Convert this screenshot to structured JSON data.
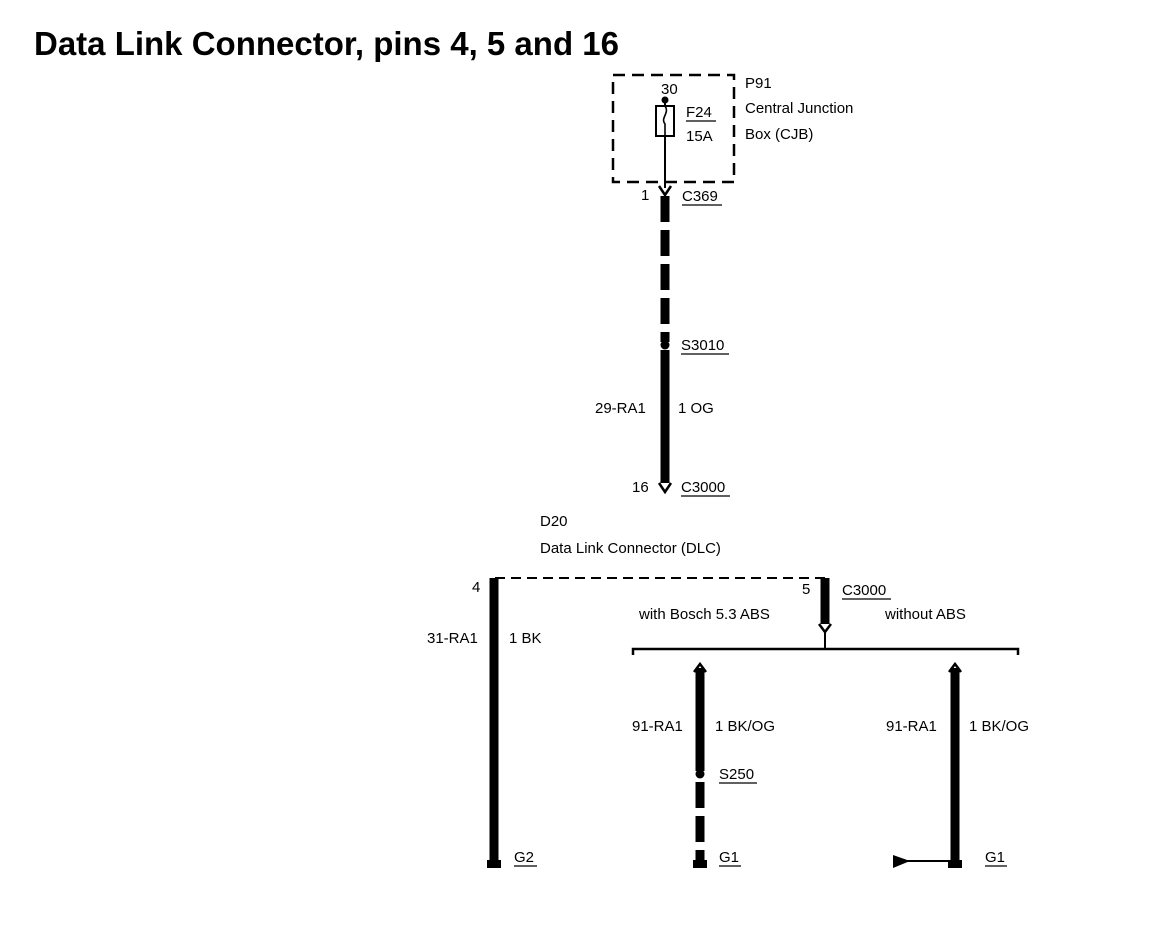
{
  "title": "Data Link Connector, pins 4, 5 and 16",
  "cjb": {
    "ref": "P91",
    "name_line1": "Central Junction",
    "name_line2": "Box (CJB)",
    "terminal": "30",
    "fuse_id": "F24",
    "fuse_rating": "15A"
  },
  "connectors": {
    "c369_pin": "1",
    "c369": "C369",
    "splice_top": "S3010",
    "c3000_pin16": "16",
    "c3000_top": "C3000",
    "c3000_pin4": "4",
    "c3000_pin5": "5",
    "c3000_mid": "C3000"
  },
  "wires": {
    "w29_circuit": "29-RA1",
    "w29_spec": "1 OG",
    "w31_circuit": "31-RA1",
    "w31_spec": "1 BK",
    "w91a_circuit": "91-RA1",
    "w91a_spec": "1 BK/OG",
    "w91b_circuit": "91-RA1",
    "w91b_spec": "1 BK/OG"
  },
  "dlc": {
    "ref": "D20",
    "name": "Data Link Connector (DLC)"
  },
  "variants": {
    "with_abs": "with Bosch 5.3 ABS",
    "without_abs": "without ABS"
  },
  "splice_bottom": "S250",
  "grounds": {
    "g2": "G2",
    "g1_left": "G1",
    "g1_right": "G1"
  }
}
